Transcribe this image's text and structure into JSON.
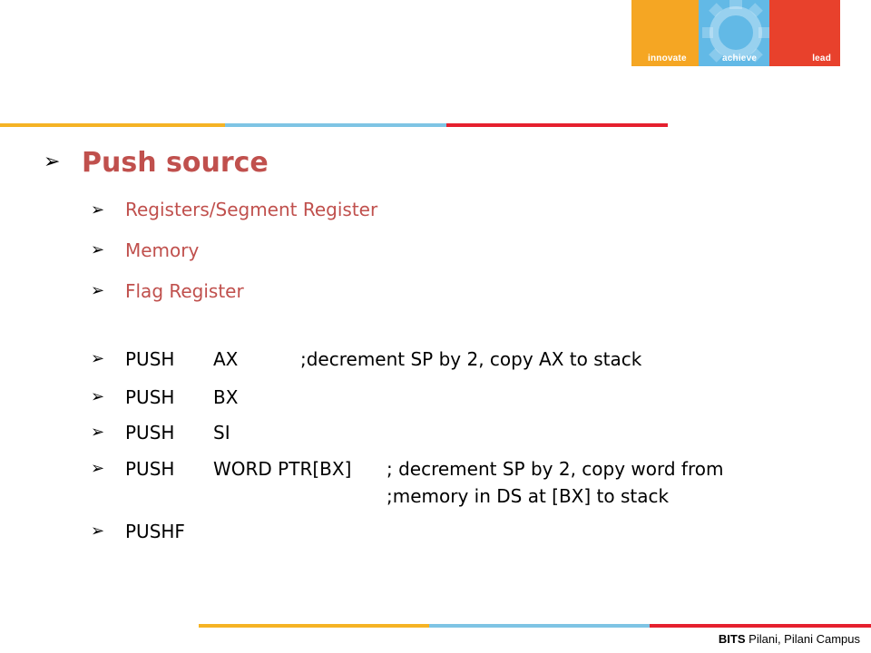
{
  "logo": {
    "words": [
      "innovate",
      "achieve",
      "lead"
    ],
    "colors": [
      "#f5a623",
      "#62b9e6",
      "#e8412c"
    ]
  },
  "heading": "Push source",
  "sub_items": [
    "Registers/Segment Register",
    "Memory",
    "Flag Register"
  ],
  "instructions": [
    {
      "op": "PUSH",
      "operand": "AX",
      "comment": ";decrement SP by 2, copy AX to stack"
    },
    {
      "op": "PUSH",
      "operand": "BX",
      "comment": ""
    },
    {
      "op": "PUSH",
      "operand": "SI",
      "comment": ""
    },
    {
      "op": "PUSH",
      "operand": "WORD PTR[BX]",
      "comment": "; decrement SP by 2, copy word from",
      "comment2": ";memory in DS at [BX] to stack"
    },
    {
      "op": "PUSHF",
      "operand": "",
      "comment": ""
    }
  ],
  "footer": {
    "bold": "BITS",
    "rest": " Pilani, Pilani Campus"
  },
  "colors": {
    "accent": "#c0504d",
    "orange": "#f5b325",
    "blue": "#7ec4e4",
    "red": "#e5202e"
  }
}
